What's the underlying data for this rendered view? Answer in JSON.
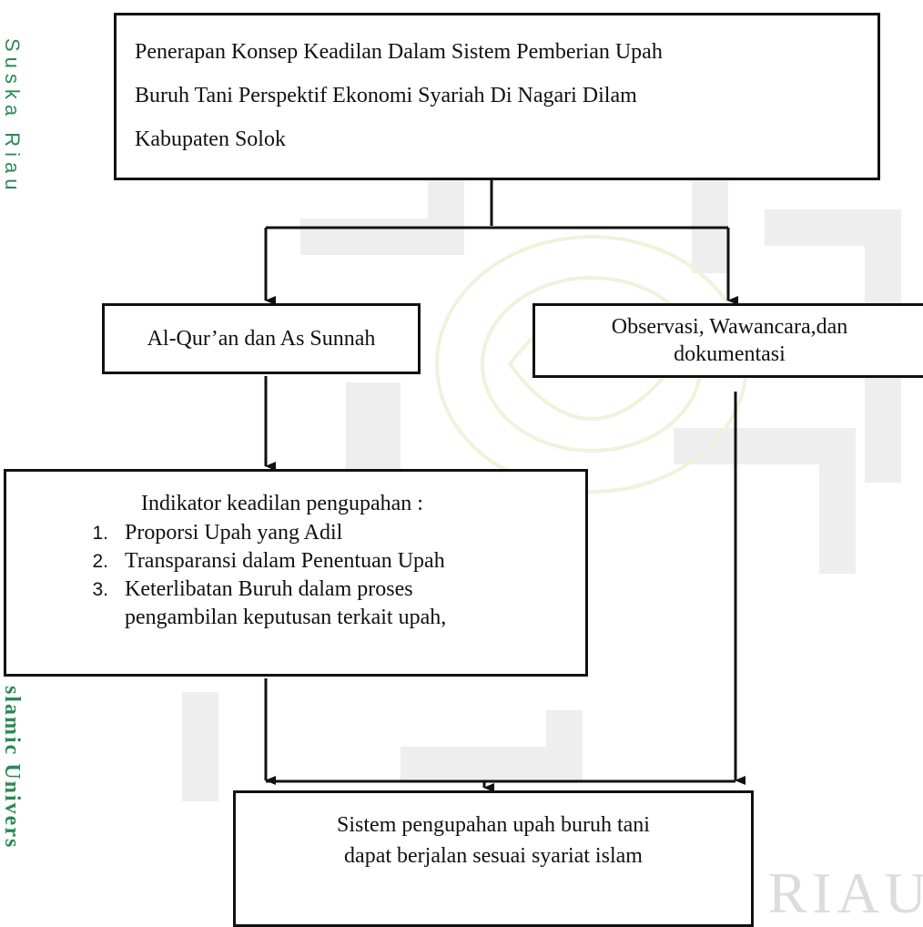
{
  "watermark": {
    "side_top": "Suska Riau",
    "side_bottom": "slamic Univers",
    "bottom_right": "RIAU"
  },
  "diagram": {
    "main_box": {
      "line1": "Penerapan Konsep Keadilan Dalam Sistem  Pemberian Upah",
      "line2": "Buruh Tani  Perspektif Ekonomi Syariah Di Nagari Dilam",
      "line3": "Kabupaten  Solok"
    },
    "left_box": "Al-Qur’an dan As Sunnah",
    "right_box": {
      "line1": "Observasi, Wawancara,dan",
      "line2": "dokumentasi"
    },
    "indicator_box": {
      "title": "Indikator keadilan pengupahan :",
      "items": [
        {
          "num": "1.",
          "text": "Proporsi Upah yang Adil"
        },
        {
          "num": "2.",
          "text": "Transparansi dalam Penentuan Upah"
        },
        {
          "num": "3.",
          "text": "Keterlibatan Buruh dalam proses"
        },
        {
          "num": "",
          "text": "pengambilan keputusan terkait upah,"
        }
      ]
    },
    "result_box": {
      "line1": "Sistem pengupahan upah buruh tani",
      "line2": "dapat berjalan sesuai syariat islam"
    }
  }
}
